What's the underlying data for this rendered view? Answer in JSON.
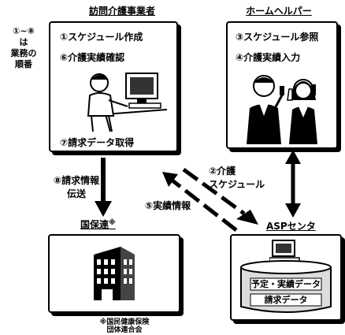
{
  "order_note": {
    "line1": "①~⑧",
    "line2": "は",
    "line3": "業務の",
    "line4": "順番"
  },
  "provider": {
    "title": "訪問介護事業者",
    "items": [
      "①スケジュール作成",
      "⑥介護実績確認",
      "⑦請求データ取得"
    ]
  },
  "helper": {
    "title": "ホームヘルパー",
    "items": [
      "③スケジュール参照",
      "④介護実績入力"
    ]
  },
  "flows": {
    "billing": {
      "line1": "⑧請求情報",
      "line2": "伝送"
    },
    "schedule": {
      "line1": "②介護",
      "line2": "スケジュール"
    },
    "results": "⑤実績情報"
  },
  "kokuhoren": {
    "title": "国保連",
    "mark": "※"
  },
  "asp": {
    "title": "ASPセンタ",
    "db_labels": [
      "予定・実績データ",
      "請求データ"
    ]
  },
  "footnote": {
    "line1": "※国民健康保険",
    "line2": "団体連合会"
  }
}
